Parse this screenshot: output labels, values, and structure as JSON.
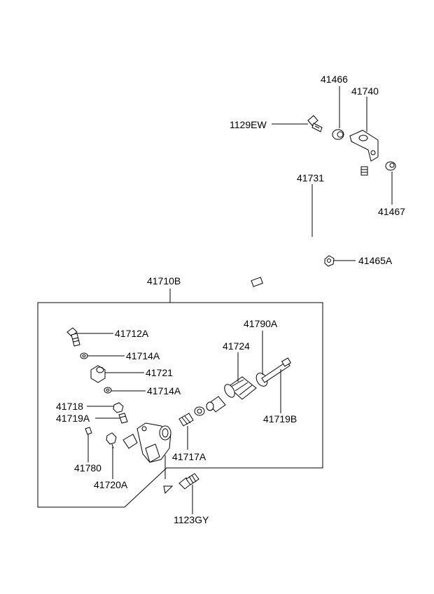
{
  "labels": {
    "p41466": "41466",
    "p41740": "41740",
    "p1129EW": "1129EW",
    "p41731": "41731",
    "p41467": "41467",
    "p41465A": "41465A",
    "p41710B": "41710B",
    "p41712A": "41712A",
    "p41714A_1": "41714A",
    "p41721": "41721",
    "p41714A_2": "41714A",
    "p41718": "41718",
    "p41719A": "41719A",
    "p41790A": "41790A",
    "p41724": "41724",
    "p41719B": "41719B",
    "p41717A": "41717A",
    "p41780": "41780",
    "p41720A": "41720A",
    "p1123GY": "1123GY"
  }
}
